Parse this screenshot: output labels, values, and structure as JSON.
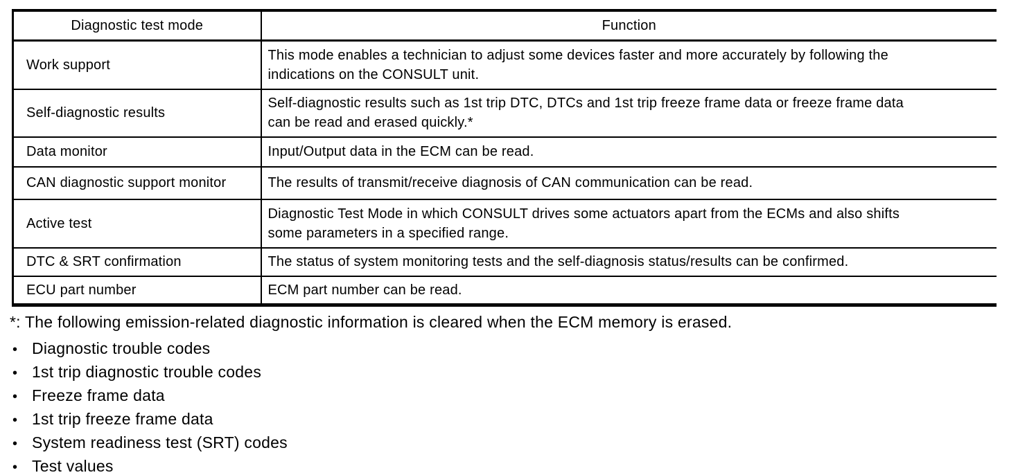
{
  "table": {
    "headers": {
      "mode": "Diagnostic test mode",
      "function": "Function"
    },
    "rows": [
      {
        "mode": "Work support",
        "function": "This mode enables a technician to adjust some devices faster and more accurately by following the\nindications on the CONSULT unit."
      },
      {
        "mode": "Self-diagnostic results",
        "function": "Self-diagnostic results such as 1st trip DTC, DTCs and 1st trip freeze frame data or freeze frame data\ncan be read and erased quickly.*"
      },
      {
        "mode": "Data monitor",
        "function": "Input/Output data in the ECM can be read."
      },
      {
        "mode": "CAN diagnostic support monitor",
        "function": "The results of transmit/receive diagnosis of CAN communication can be read."
      },
      {
        "mode": "Active test",
        "function": "Diagnostic Test Mode in which CONSULT drives some actuators apart from the ECMs and also shifts\nsome parameters in a specified range."
      },
      {
        "mode": "DTC & SRT confirmation",
        "function": "The status of system monitoring tests and the self-diagnosis status/results can be confirmed."
      },
      {
        "mode": "ECU part number",
        "function": "ECM part number can be read."
      }
    ]
  },
  "footnote": "*: The following emission-related diagnostic information is cleared when the ECM memory is erased.",
  "footnote_list": {
    "bullet_char": "•",
    "items": [
      "Diagnostic trouble codes",
      "1st trip diagnostic trouble codes",
      "Freeze frame data",
      "1st trip freeze frame data",
      "System readiness test (SRT) codes",
      "Test values"
    ]
  }
}
